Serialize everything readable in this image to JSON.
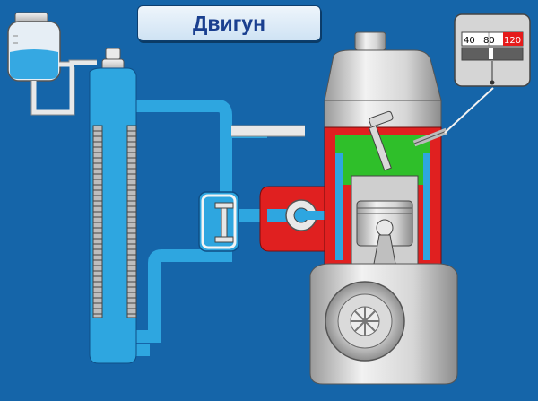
{
  "title": "Двигун",
  "gauge": {
    "scale_labels": [
      "40",
      "80",
      "120"
    ],
    "danger_color": "#e51b1b"
  },
  "colors": {
    "background": "#1565a9",
    "coolant": "#2fa6e0",
    "engine_metal": "#c9c9c9",
    "oil_green": "#2fbf2a",
    "hot_red": "#e02020"
  },
  "icons": [
    "expansion-tank-icon",
    "radiator-icon",
    "thermostat-icon",
    "water-pump-icon",
    "engine-block-icon",
    "temperature-gauge-icon",
    "crankshaft-pulley-icon"
  ]
}
